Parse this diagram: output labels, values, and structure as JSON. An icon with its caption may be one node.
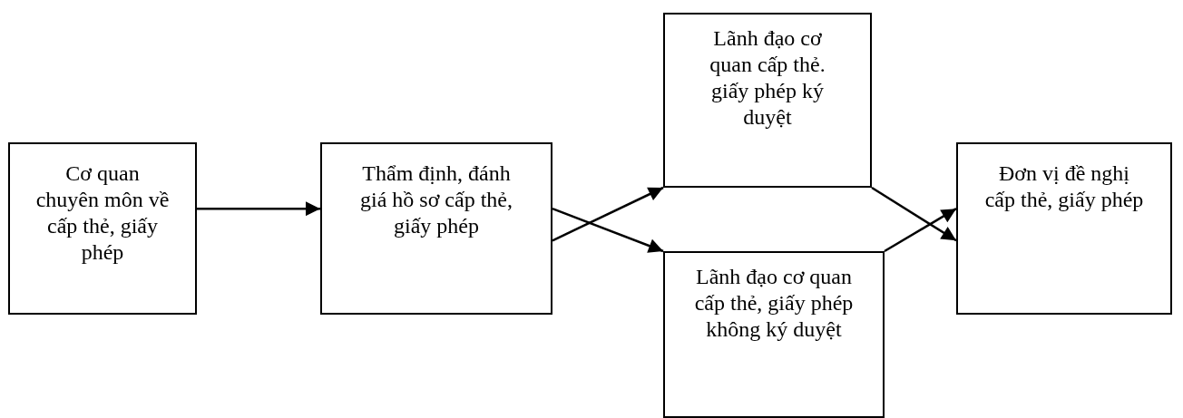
{
  "diagram": {
    "nodes": [
      {
        "text": [
          "Cơ quan chuyên môn về cấp thẻ, giấy phép"
        ]
      },
      {
        "text": [
          "Thẩm định, đánh giá hồ sơ cấp thẻ, giấy phép"
        ]
      },
      {
        "text": [
          "Lãnh đạo cơ quan cấp thẻ. giấy phép ký duyệt"
        ]
      },
      {
        "text": [
          "Lãnh đạo cơ quan cấp thẻ, giấy phép không ký duyệt"
        ]
      },
      {
        "text": [
          "Đơn vị đề nghị cấp thẻ, giấy phép"
        ]
      }
    ],
    "edges": [
      {
        "from": 0,
        "to": 1,
        "arrow": "to"
      },
      {
        "from": 1,
        "to": 2,
        "arrow": "to"
      },
      {
        "from": 1,
        "to": 3,
        "arrow": "to"
      },
      {
        "from": 2,
        "to": 4,
        "arrow": "to"
      },
      {
        "from": 3,
        "to": 4,
        "arrow": "to"
      }
    ]
  }
}
